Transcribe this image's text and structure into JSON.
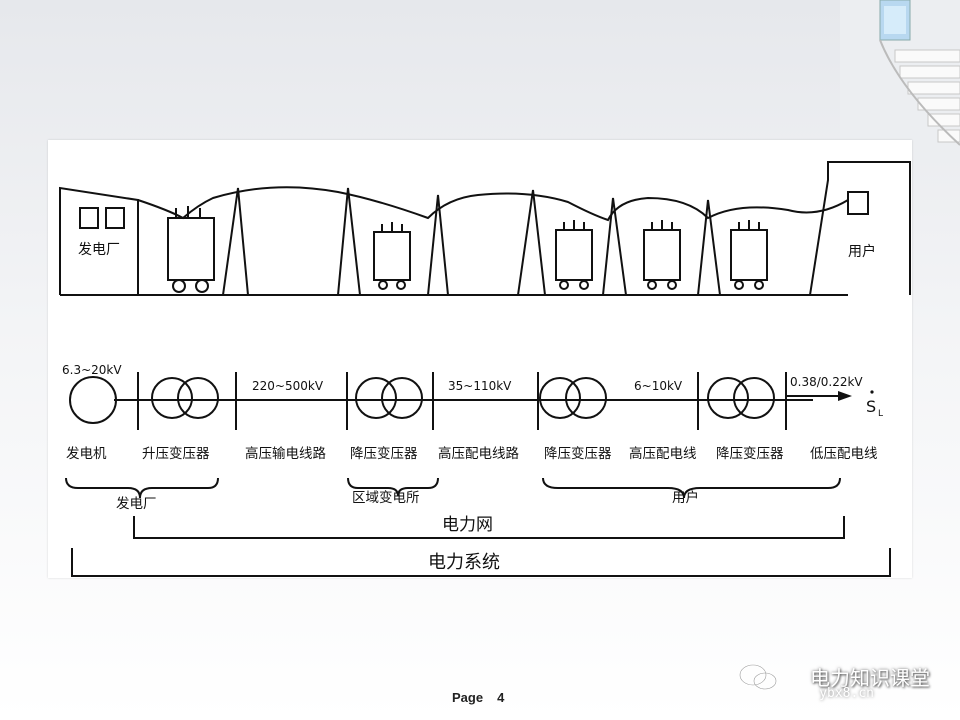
{
  "illustration": {
    "plant_label": "发电厂",
    "user_label": "用户"
  },
  "schematic": {
    "voltage_gen": "6.3~20kV",
    "voltage_transmission": "220~500kV",
    "voltage_distribution_high": "35~110kV",
    "voltage_distribution_mid": "6~10kV",
    "voltage_low": "0.38/0.22kV",
    "load_symbol": "S",
    "load_subscript": "L",
    "components": [
      "发电机",
      "升压变压器",
      "高压输电线路",
      "降压变压器",
      "高压配电线路",
      "降压变压器",
      "高压配电线",
      "降压变压器",
      "低压配电线"
    ],
    "group_plant": "发电厂",
    "group_substation": "区域变电所",
    "group_user": "用户",
    "grid_label": "电力网",
    "system_label": "电力系统"
  },
  "footer": {
    "page_word": "Page",
    "page_number": "4"
  },
  "watermark": {
    "title": "电力知识课堂",
    "site": "ybx8.cn"
  }
}
